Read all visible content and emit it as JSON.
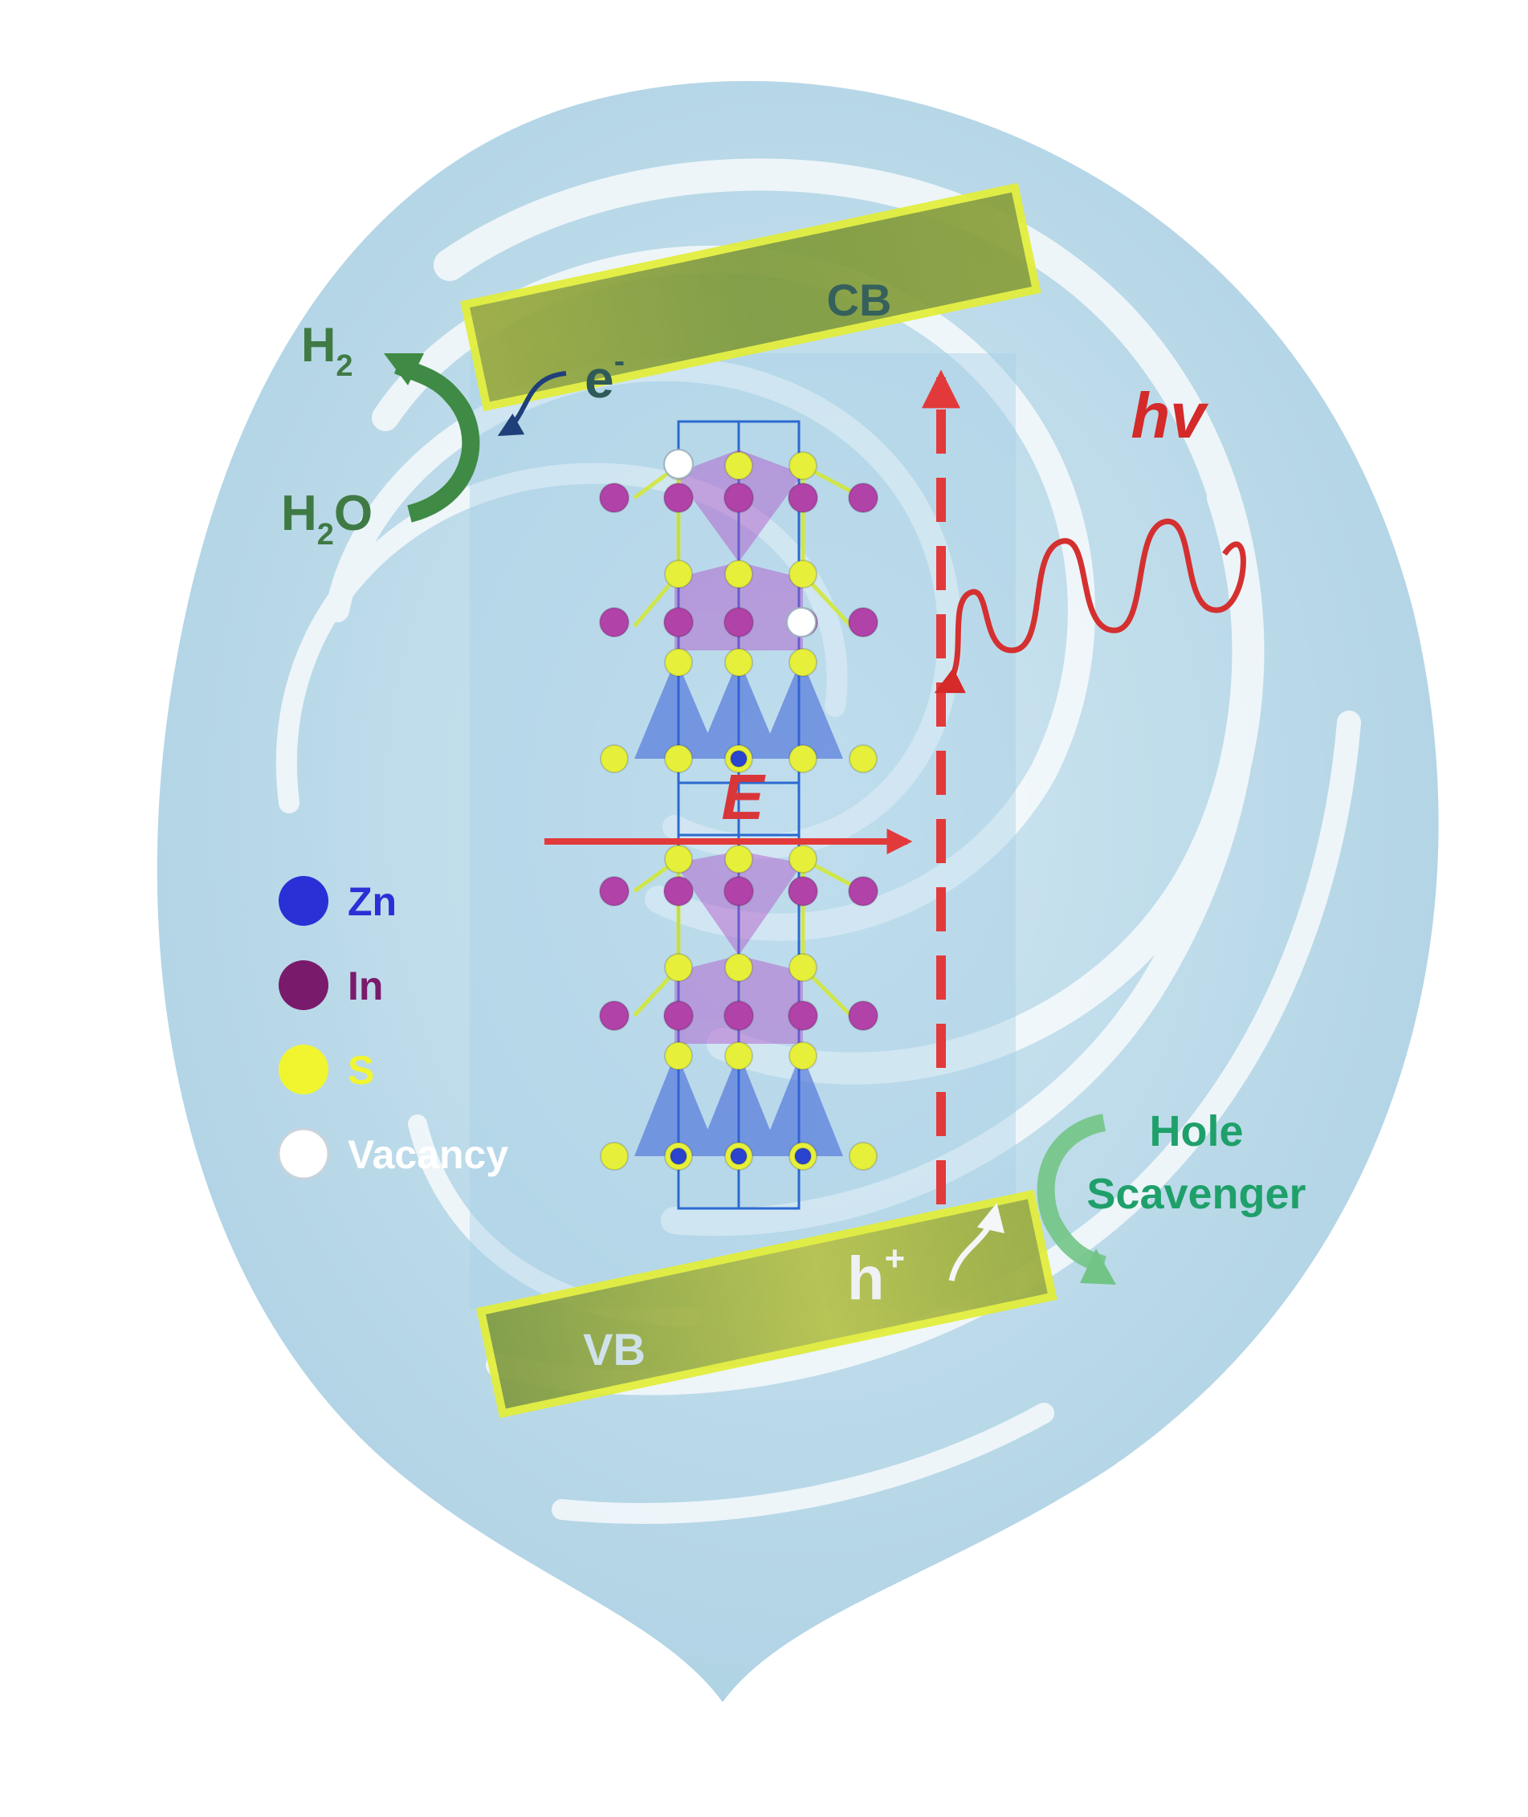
{
  "bands": {
    "cb_label": "CB",
    "vb_label": "VB"
  },
  "carriers": {
    "electron_base": "e",
    "electron_sup": "-",
    "hole_base": "h",
    "hole_sup": "+"
  },
  "reaction_top": {
    "product_base": "H",
    "product_sub": "2",
    "reactant_h": "H",
    "reactant_sub": "2",
    "reactant_o": "O"
  },
  "reaction_bottom": {
    "line1": "Hole",
    "line2": "Scavenger"
  },
  "light": {
    "label": "hv"
  },
  "field": {
    "label": "E"
  },
  "legend": [
    {
      "label": "Zn",
      "color": "#2a2fd6",
      "text_color": "#2a2fd6"
    },
    {
      "label": "In",
      "color": "#7a1a6a",
      "text_color": "#7a1a6a"
    },
    {
      "label": "S",
      "color": "#f0f530",
      "text_color": "#f0f530"
    },
    {
      "label": "Vacancy",
      "color": "#ffffff",
      "text_color": "#ffffff"
    }
  ],
  "colors": {
    "background_swirl": "#bcdcea",
    "band_fill": "#8fa13a",
    "band_border": "#e8f040",
    "electron_text": "#2f5a58",
    "reaction_arrow": "#3f8a45",
    "scavenger_text": "#1fa06a",
    "light_red": "#d42a2a"
  }
}
